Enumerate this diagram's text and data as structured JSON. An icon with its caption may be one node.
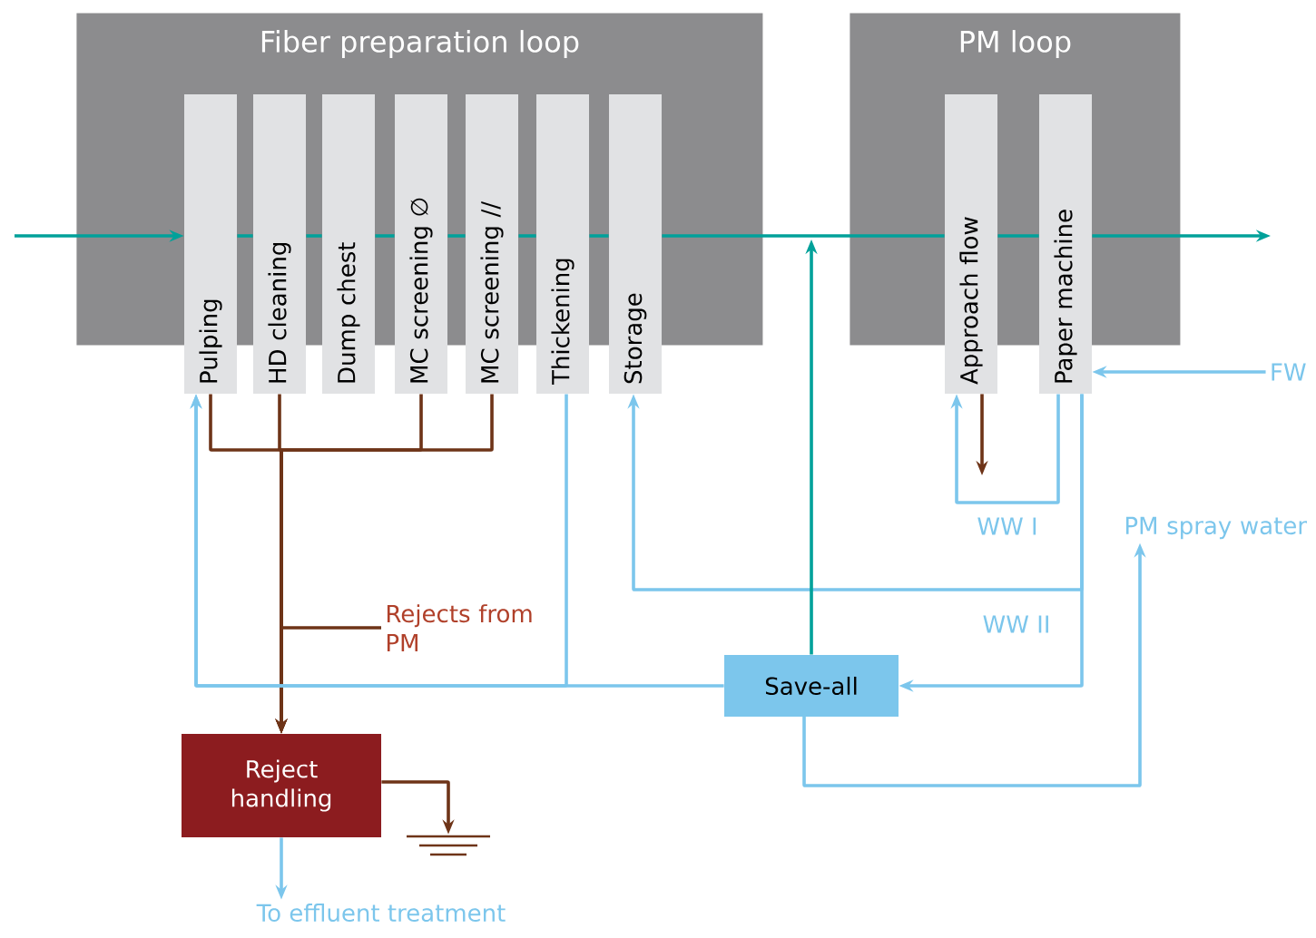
{
  "diagram": {
    "nodes": [
      {
        "text": [
          "Fiber preparation loop"
        ]
      },
      {
        "text": [
          "Pulping"
        ],
        "in": 0
      },
      {
        "text": [
          "HD cleaning"
        ],
        "in": 0
      },
      {
        "text": [
          "Dump chest"
        ],
        "in": 0
      },
      {
        "text": [
          "MC screening ∅"
        ],
        "in": 0
      },
      {
        "text": [
          "MC screening //"
        ],
        "in": 0
      },
      {
        "text": [
          "Thickening"
        ],
        "in": 0
      },
      {
        "text": [
          "Storage"
        ],
        "in": 0
      },
      {
        "text": [
          "PM loop"
        ]
      },
      {
        "text": [
          "Approach flow"
        ],
        "in": 8
      },
      {
        "text": [
          "Paper machine"
        ],
        "in": 8
      },
      {
        "text": [
          "Save-all"
        ]
      },
      {
        "text": [
          "Reject handling"
        ]
      },
      {
        "text": [
          "Rejects from PM"
        ]
      },
      {
        "text": [
          "To effluent treatment"
        ]
      },
      {
        "text": [
          "FW"
        ]
      },
      {
        "text": [
          "PM spray water"
        ]
      },
      {
        "text": [],
        "shape": "ground"
      }
    ],
    "edges": [
      {
        "from": null,
        "to": 1,
        "arrow": "to",
        "color": "#00a19a"
      },
      {
        "from": 1,
        "to": 2,
        "arrow": "none",
        "color": "#00a19a"
      },
      {
        "from": 2,
        "to": 3,
        "arrow": "none",
        "color": "#00a19a"
      },
      {
        "from": 3,
        "to": 4,
        "arrow": "none",
        "color": "#00a19a"
      },
      {
        "from": 4,
        "to": 5,
        "arrow": "none",
        "color": "#00a19a"
      },
      {
        "from": 5,
        "to": 6,
        "arrow": "none",
        "color": "#00a19a"
      },
      {
        "from": 6,
        "to": 7,
        "arrow": "none",
        "color": "#00a19a"
      },
      {
        "from": 7,
        "to": 9,
        "arrow": "none",
        "color": "#00a19a"
      },
      {
        "from": 9,
        "to": 10,
        "arrow": "none",
        "color": "#00a19a"
      },
      {
        "from": 10,
        "to": null,
        "arrow": "to",
        "color": "#00a19a"
      },
      {
        "from": 11,
        "to": null,
        "arrow": "to",
        "color": "#00a19a"
      },
      {
        "from": 1,
        "to": 12,
        "arrow": "to",
        "color": "#6e3418"
      },
      {
        "from": 2,
        "to": 12,
        "arrow": "to",
        "color": "#6e3418"
      },
      {
        "from": 4,
        "to": 12,
        "arrow": "to",
        "color": "#6e3418"
      },
      {
        "from": 5,
        "to": 12,
        "arrow": "to",
        "color": "#6e3418"
      },
      {
        "from": 13,
        "to": 12,
        "arrow": "to",
        "color": "#6e3418"
      },
      {
        "from": 12,
        "to": 17,
        "arrow": "to",
        "color": "#6e3418"
      },
      {
        "from": 9,
        "to": null,
        "arrow": "to",
        "color": "#6e3418"
      },
      {
        "from": 12,
        "to": 14,
        "arrow": "to",
        "color": "#7cc6ec"
      },
      {
        "from": 15,
        "to": 10,
        "arrow": "to",
        "color": "#7cc6ec"
      },
      {
        "from": 10,
        "to": 9,
        "arrow": "to",
        "label": "WW I",
        "color": "#7cc6ec"
      },
      {
        "from": 10,
        "to": 11,
        "arrow": "to",
        "label": "WW II",
        "color": "#7cc6ec"
      },
      {
        "from": 10,
        "to": 7,
        "arrow": "to",
        "color": "#7cc6ec"
      },
      {
        "from": 6,
        "to": 1,
        "arrow": "to",
        "color": "#7cc6ec"
      },
      {
        "from": 11,
        "to": 1,
        "arrow": "to",
        "color": "#7cc6ec"
      },
      {
        "from": 11,
        "to": 16,
        "arrow": "to",
        "color": "#7cc6ec"
      }
    ]
  }
}
